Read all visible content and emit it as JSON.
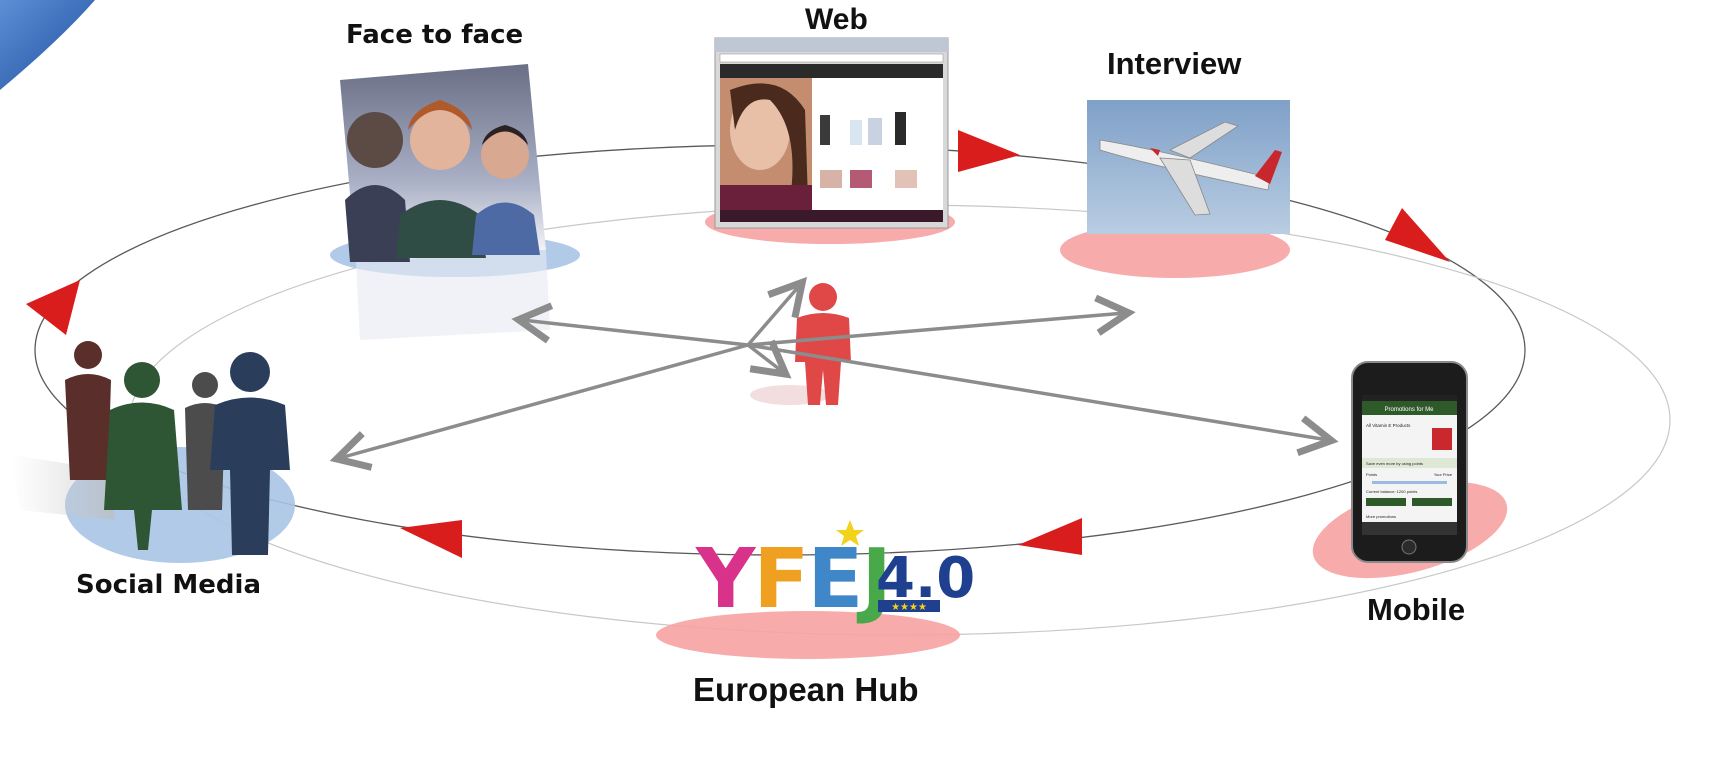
{
  "labels": {
    "face_to_face": "Face to face",
    "web": "Web",
    "interview": "Interview",
    "social_media": "Social Media",
    "mobile": "Mobile",
    "european_hub": "European Hub"
  },
  "logo": {
    "letters": "YFEJ",
    "version": "4.0"
  },
  "phone": {
    "header": "Promotions for Me",
    "product": "All Vitamin E Products",
    "save_line": "Save even more by using points",
    "points_label": "Points",
    "your_price_label": "Your Price",
    "balance": "Current balance: 1200 points",
    "more": "More promotions"
  },
  "colors": {
    "accent_red": "#d91d1d",
    "ring": "#555555",
    "arrow_gray": "#8c8c8c",
    "pink_disc": "#f6a2a2",
    "blue_disc": "#a8c4e6",
    "person_red": "#e04848"
  },
  "icons": [
    "direction-triangle-icon",
    "person-icon",
    "people-group-icon",
    "airplane-icon",
    "smartphone-icon"
  ]
}
